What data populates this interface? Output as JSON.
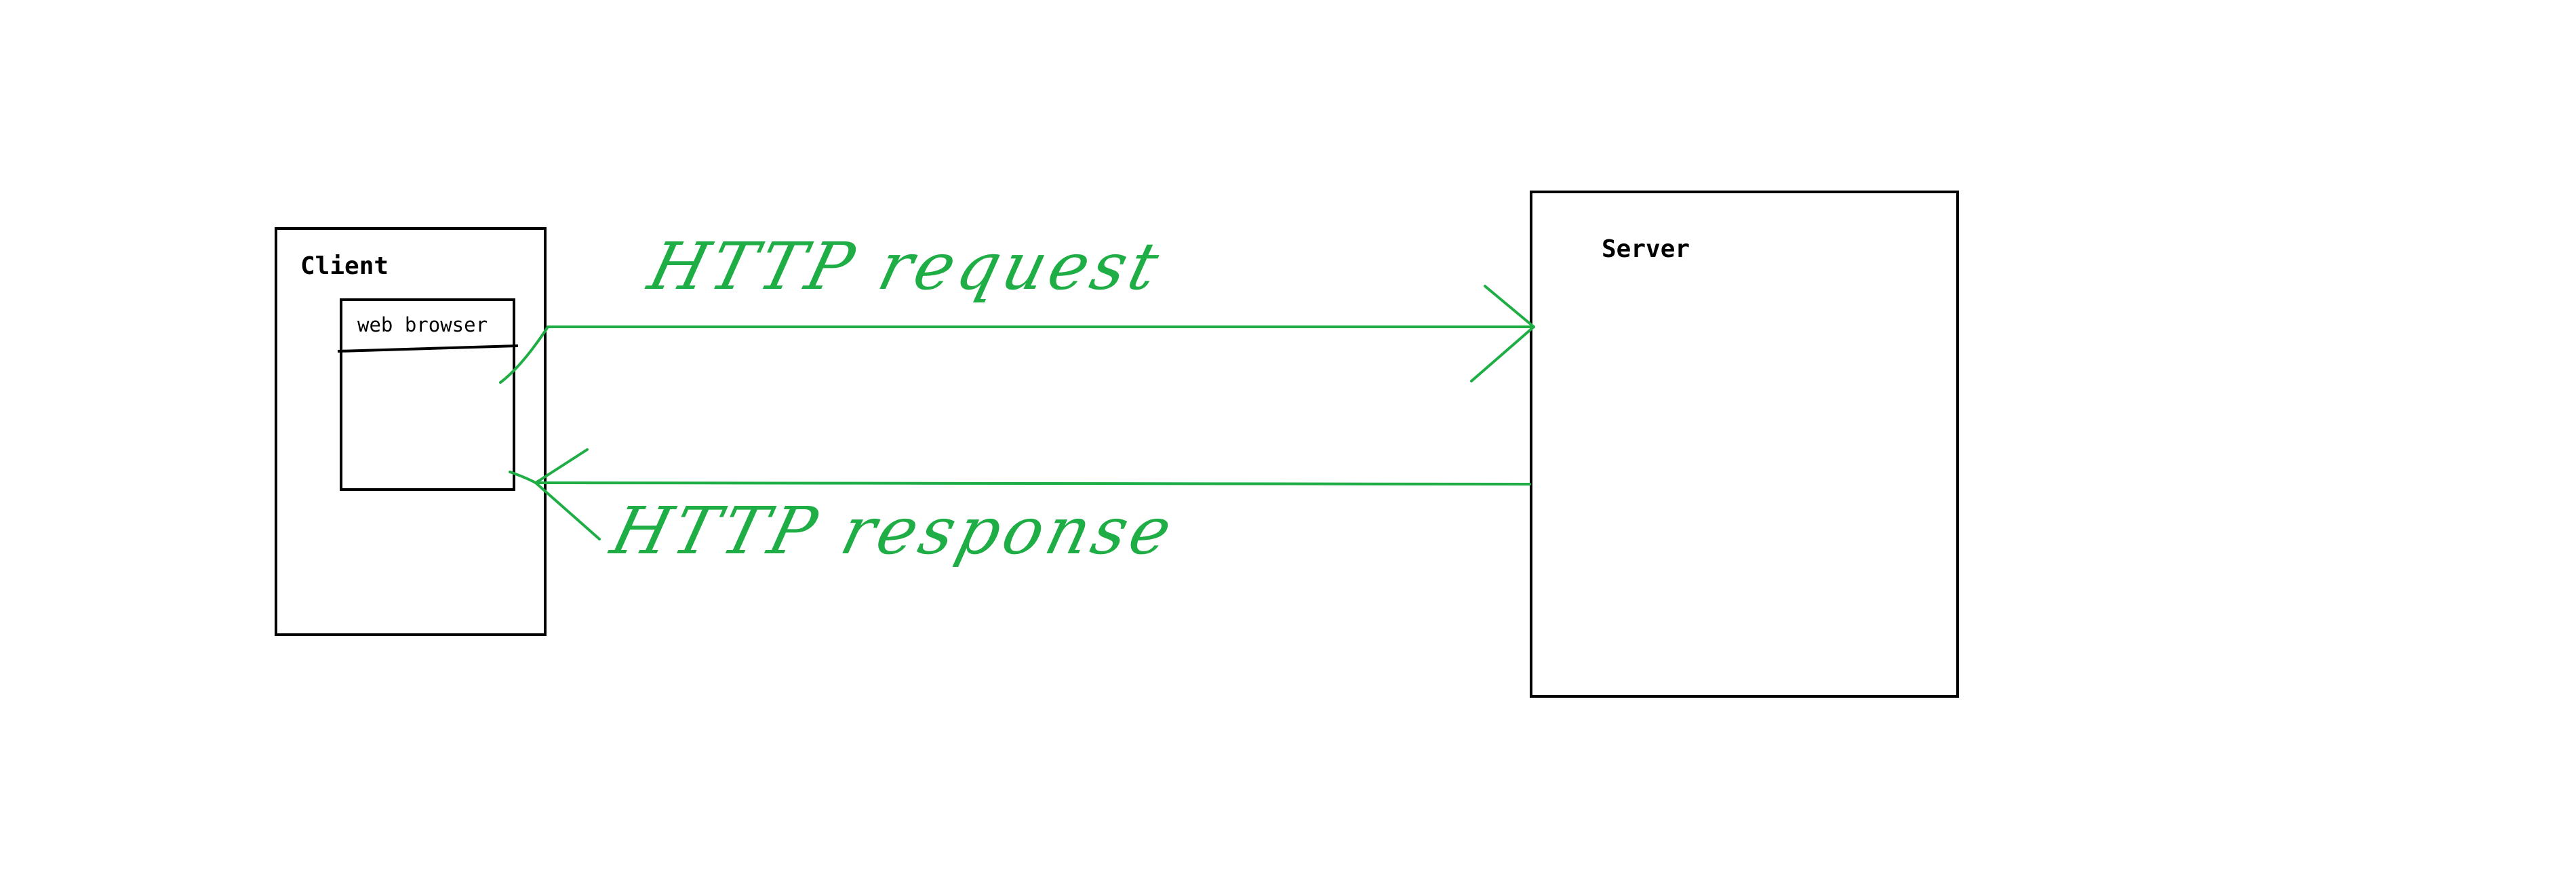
{
  "diagram": {
    "client": {
      "label": "Client"
    },
    "browser": {
      "label": "web browser"
    },
    "server": {
      "label": "Server"
    },
    "request": {
      "label": "HTTP request"
    },
    "response": {
      "label": "HTTP response"
    }
  },
  "colors": {
    "outline": "#000000",
    "arrow": "#1fae45",
    "background": "#ffffff"
  }
}
